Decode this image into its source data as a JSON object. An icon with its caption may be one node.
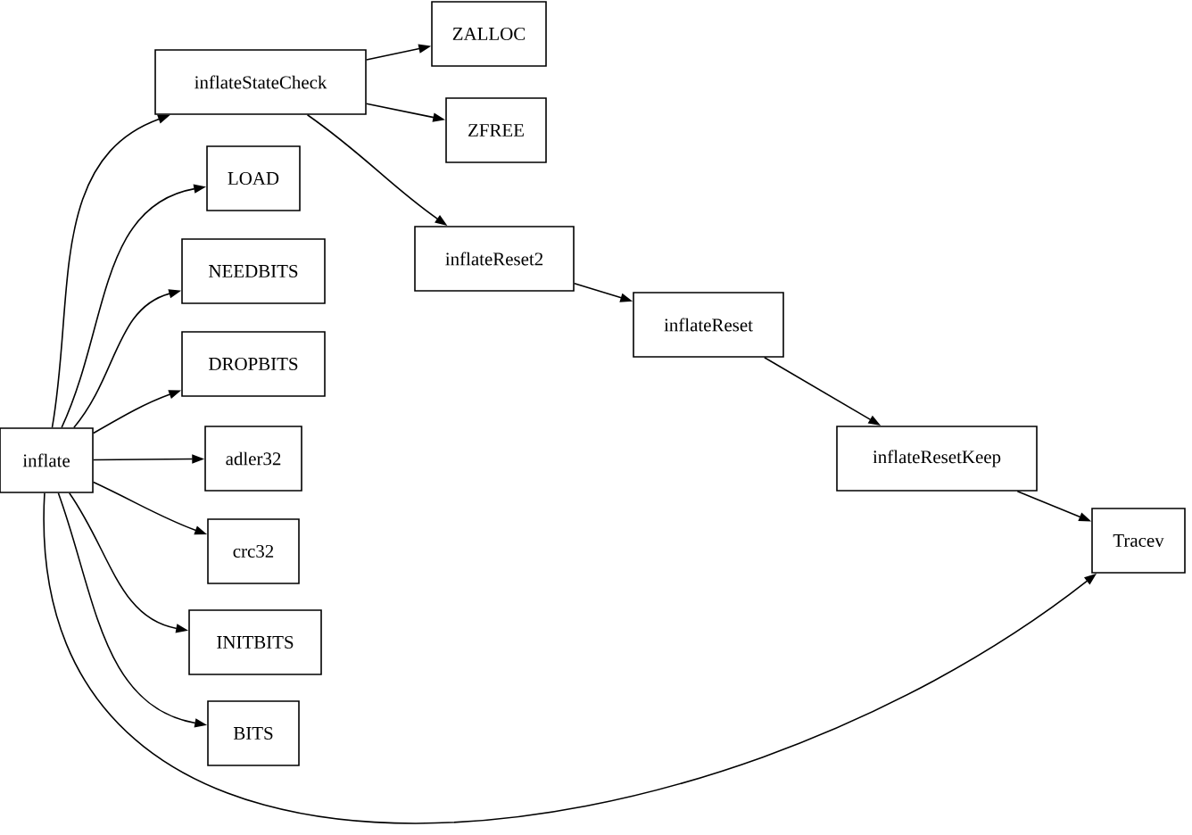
{
  "diagram": {
    "nodes": [
      {
        "text": [
          "inflate"
        ]
      },
      {
        "text": [
          "inflateStateCheck"
        ]
      },
      {
        "text": [
          "ZALLOC"
        ]
      },
      {
        "text": [
          "ZFREE"
        ]
      },
      {
        "text": [
          "LOAD"
        ]
      },
      {
        "text": [
          "NEEDBITS"
        ]
      },
      {
        "text": [
          "DROPBITS"
        ]
      },
      {
        "text": [
          "adler32"
        ]
      },
      {
        "text": [
          "crc32"
        ]
      },
      {
        "text": [
          "INITBITS"
        ]
      },
      {
        "text": [
          "BITS"
        ]
      },
      {
        "text": [
          "inflateReset2"
        ]
      },
      {
        "text": [
          "inflateReset"
        ]
      },
      {
        "text": [
          "inflateResetKeep"
        ]
      },
      {
        "text": [
          "Tracev"
        ]
      }
    ],
    "edges": [
      {
        "from": 0,
        "to": 1,
        "arrow": "to"
      },
      {
        "from": 0,
        "to": 4,
        "arrow": "to"
      },
      {
        "from": 0,
        "to": 5,
        "arrow": "to"
      },
      {
        "from": 0,
        "to": 6,
        "arrow": "to"
      },
      {
        "from": 0,
        "to": 7,
        "arrow": "to"
      },
      {
        "from": 0,
        "to": 8,
        "arrow": "to"
      },
      {
        "from": 0,
        "to": 9,
        "arrow": "to"
      },
      {
        "from": 0,
        "to": 10,
        "arrow": "to"
      },
      {
        "from": 0,
        "to": 14,
        "arrow": "to"
      },
      {
        "from": 1,
        "to": 2,
        "arrow": "to"
      },
      {
        "from": 1,
        "to": 3,
        "arrow": "to"
      },
      {
        "from": 1,
        "to": 11,
        "arrow": "to"
      },
      {
        "from": 11,
        "to": 12,
        "arrow": "to"
      },
      {
        "from": 12,
        "to": 13,
        "arrow": "to"
      },
      {
        "from": 13,
        "to": 14,
        "arrow": "to"
      }
    ]
  }
}
